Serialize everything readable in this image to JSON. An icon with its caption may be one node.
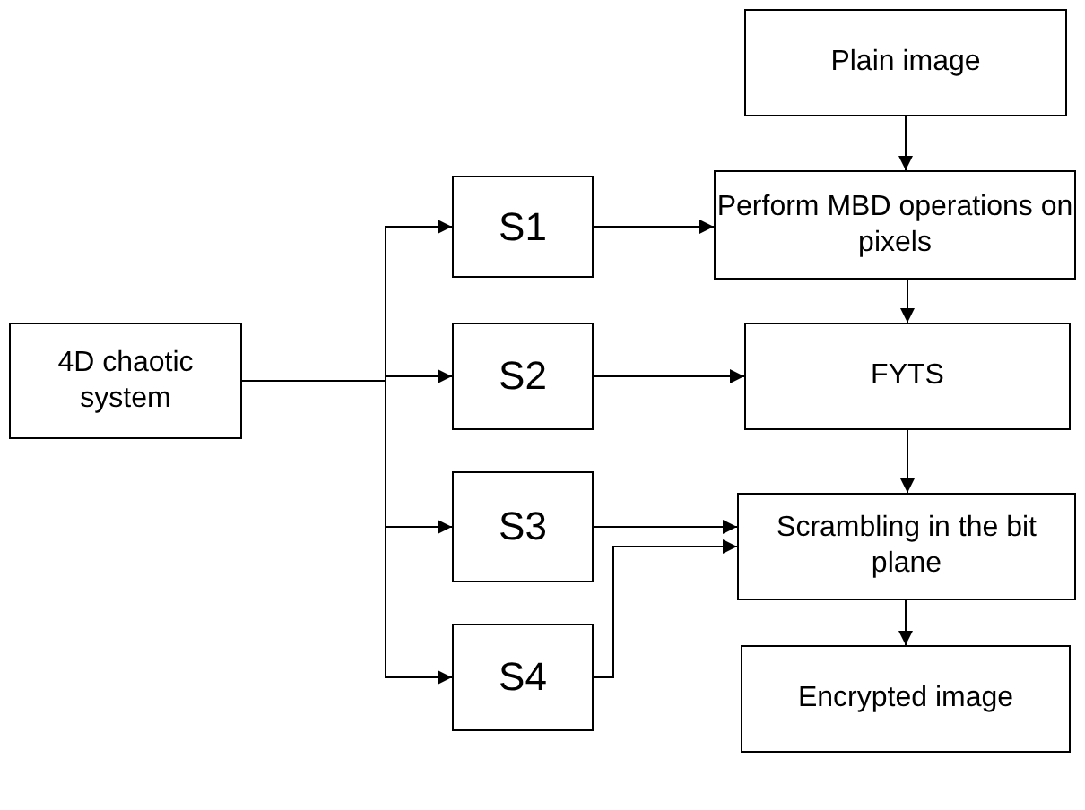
{
  "diagram": {
    "nodes": [
      {
        "text": [
          "Plain image"
        ]
      },
      {
        "text": [
          "S1"
        ]
      },
      {
        "text": [
          "Perform MBD operations on pixels"
        ]
      },
      {
        "text": [
          "4D chaotic system"
        ]
      },
      {
        "text": [
          "S2"
        ]
      },
      {
        "text": [
          "FYTS"
        ]
      },
      {
        "text": [
          "S3"
        ]
      },
      {
        "text": [
          "Scrambling in the bit plane"
        ]
      },
      {
        "text": [
          "S4"
        ]
      },
      {
        "text": [
          "Encrypted image"
        ]
      }
    ],
    "edges": [
      {
        "from": 3,
        "to": 1,
        "arrow": "to"
      },
      {
        "from": 3,
        "to": 4,
        "arrow": "to"
      },
      {
        "from": 3,
        "to": 6,
        "arrow": "to"
      },
      {
        "from": 3,
        "to": 8,
        "arrow": "to"
      },
      {
        "from": 1,
        "to": 2,
        "arrow": "to"
      },
      {
        "from": 4,
        "to": 5,
        "arrow": "to"
      },
      {
        "from": 6,
        "to": 7,
        "arrow": "to"
      },
      {
        "from": 8,
        "to": 7,
        "arrow": "to"
      },
      {
        "from": 0,
        "to": 2,
        "arrow": "to"
      },
      {
        "from": 2,
        "to": 5,
        "arrow": "to"
      },
      {
        "from": 5,
        "to": 7,
        "arrow": "to"
      },
      {
        "from": 7,
        "to": 9,
        "arrow": "to"
      }
    ]
  }
}
